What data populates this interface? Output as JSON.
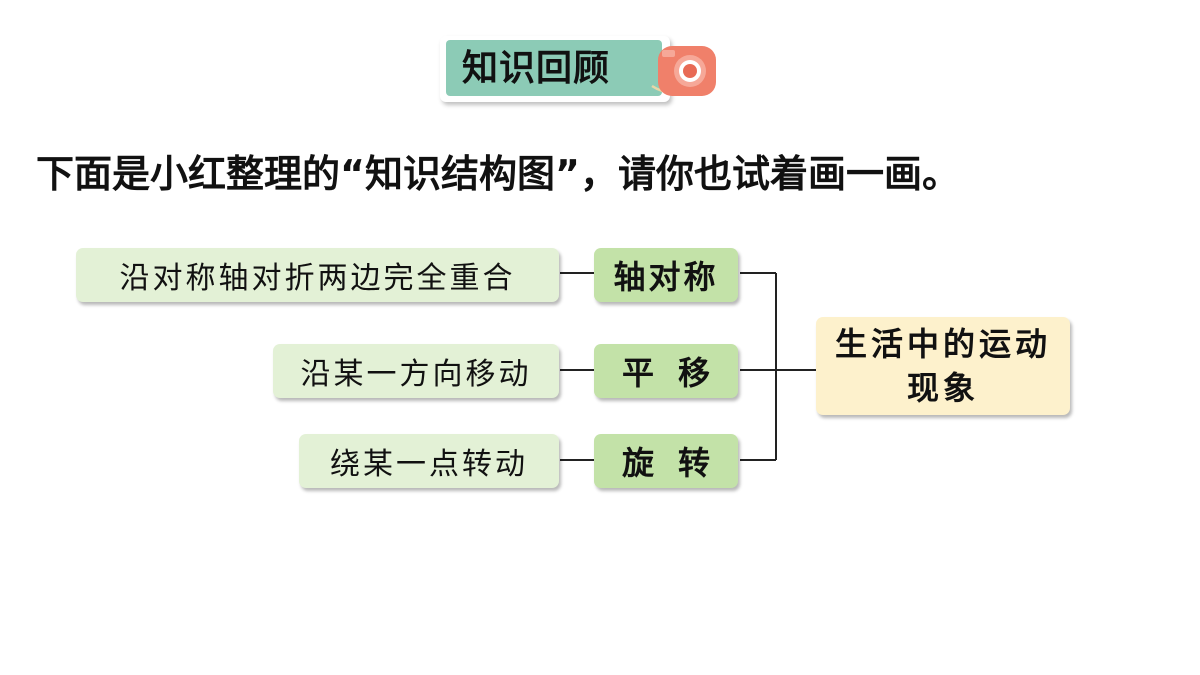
{
  "header": {
    "title": "知识回顾"
  },
  "instruction": "下面是小红整理的“知识结构图”，请你也试着画一画。",
  "diagram": {
    "root": "生活中的运动现象",
    "branches": [
      {
        "concept": "轴对称",
        "description": "沿对称轴对折两边完全重合"
      },
      {
        "concept": "平移",
        "description": "沿某一方向移动"
      },
      {
        "concept": "旋转",
        "description": "绕某一点转动"
      }
    ]
  },
  "colors": {
    "badge": "#8ccbb6",
    "description_box": "#e3f1d6",
    "concept_box": "#c3e2a8",
    "root_box": "#fdf1cc",
    "camera": "#f0806a"
  }
}
